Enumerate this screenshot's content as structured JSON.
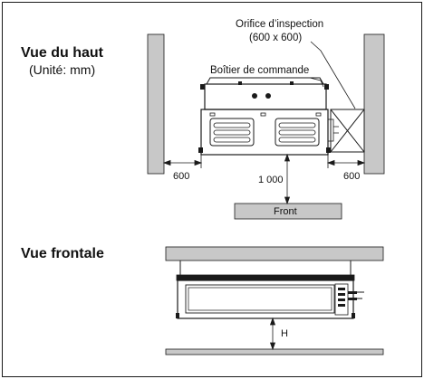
{
  "top_view": {
    "title": "Vue du haut",
    "unit_label": "(Unité: mm)",
    "inspection_label_line1": "Orifice d’inspection",
    "inspection_label_line2": "(600 x 600)",
    "control_box_label": "Boîtier de commande",
    "dim_left": "600",
    "dim_right": "600",
    "dim_front": "1 000",
    "front_label": "Front"
  },
  "front_view": {
    "title": "Vue frontale",
    "height_label": "H"
  },
  "colors": {
    "wall_fill": "#c8c8c8",
    "line": "#1a1a1a"
  }
}
